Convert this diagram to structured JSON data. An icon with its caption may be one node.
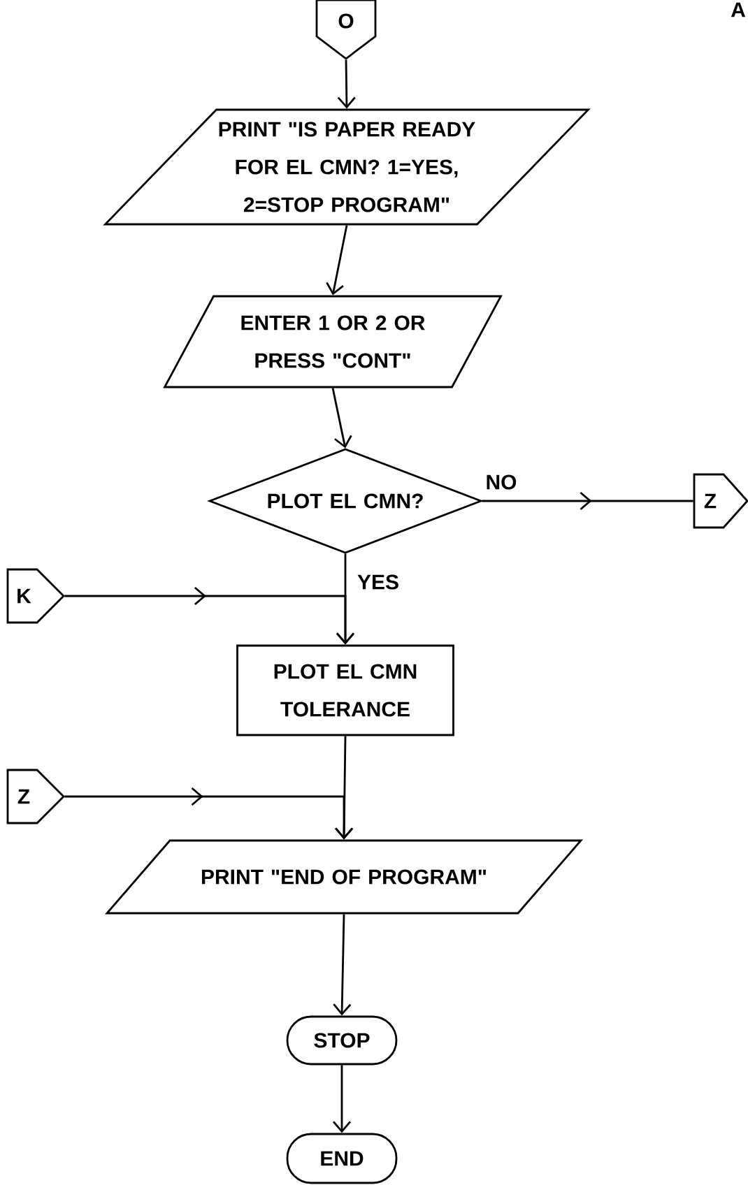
{
  "diagram": {
    "nodes": [
      {
        "text": [
          "O"
        ]
      },
      {
        "text": [
          "PRINT \"IS PAPER READY FOR EL CMN? 1=YES, 2=STOP PROGRAM\""
        ]
      },
      {
        "text": [
          "ENTER 1 OR 2 OR PRESS \"CONT\""
        ]
      },
      {
        "text": [
          "PLOT EL CMN?"
        ]
      },
      {
        "text": [
          "Z"
        ]
      },
      {
        "text": [
          "K"
        ]
      },
      {
        "text": [
          "PLOT EL CMN TOLERANCE"
        ]
      },
      {
        "text": [
          "Z"
        ]
      },
      {
        "text": [
          "PRINT \"END OF PROGRAM\""
        ]
      },
      {
        "text": [
          "STOP"
        ]
      },
      {
        "text": [
          "END"
        ]
      }
    ],
    "edges": [
      {
        "from": 0,
        "to": 1,
        "arrow": "to"
      },
      {
        "from": 1,
        "to": 2,
        "arrow": "to"
      },
      {
        "from": 2,
        "to": 3,
        "arrow": "to"
      },
      {
        "from": 3,
        "to": 4,
        "arrow": "to",
        "label": "NO"
      },
      {
        "from": 3,
        "to": 6,
        "arrow": "to",
        "label": "YES"
      },
      {
        "from": 5,
        "to": 6,
        "arrow": "to"
      },
      {
        "from": 6,
        "to": 8,
        "arrow": "to"
      },
      {
        "from": 7,
        "to": 8,
        "arrow": "to"
      },
      {
        "from": 8,
        "to": 9,
        "arrow": "to"
      },
      {
        "from": 9,
        "to": 10,
        "arrow": "to"
      }
    ],
    "labels": [
      "A"
    ]
  }
}
